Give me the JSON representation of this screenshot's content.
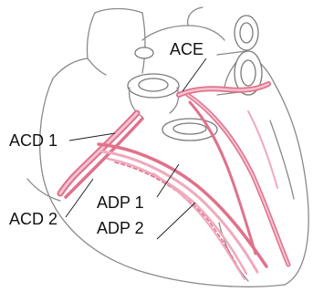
{
  "labels": {
    "ace": "ACE",
    "acd1": "ACD 1",
    "acd2": "ACD 2",
    "adp1": "ADP 1",
    "adp2": "ADP 2"
  },
  "colors": {
    "vessel": "#e0728c",
    "vessel_light": "#f0a9bd",
    "vessel_fill": "#f4c3d0",
    "outline": "#8a8a8a",
    "label_text": "#111111"
  }
}
